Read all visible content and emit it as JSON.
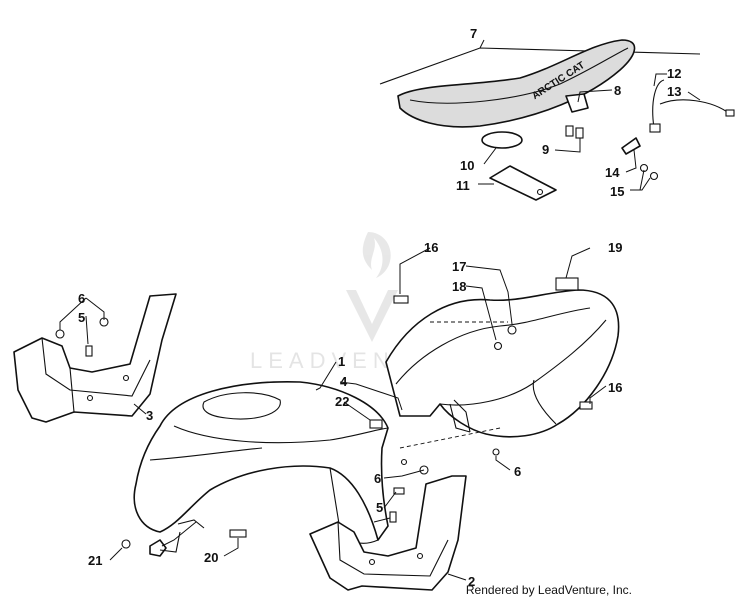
{
  "diagram": {
    "seat_brand": "ARCTIC CAT",
    "watermark": "LEADVENTURE",
    "credit": "Rendered by LeadVenture, Inc.",
    "callouts": {
      "c1": "1",
      "c2": "2",
      "c3": "3",
      "c4": "4",
      "c5a": "5",
      "c5b": "5",
      "c6a": "6",
      "c6b": "6",
      "c6c": "6",
      "c7": "7",
      "c8": "8",
      "c9": "9",
      "c10": "10",
      "c11": "11",
      "c12": "12",
      "c13": "13",
      "c14": "14",
      "c15": "15",
      "c16a": "16",
      "c16b": "16",
      "c17": "17",
      "c18": "18",
      "c19": "19",
      "c20": "20",
      "c21": "21",
      "c22": "22"
    }
  }
}
